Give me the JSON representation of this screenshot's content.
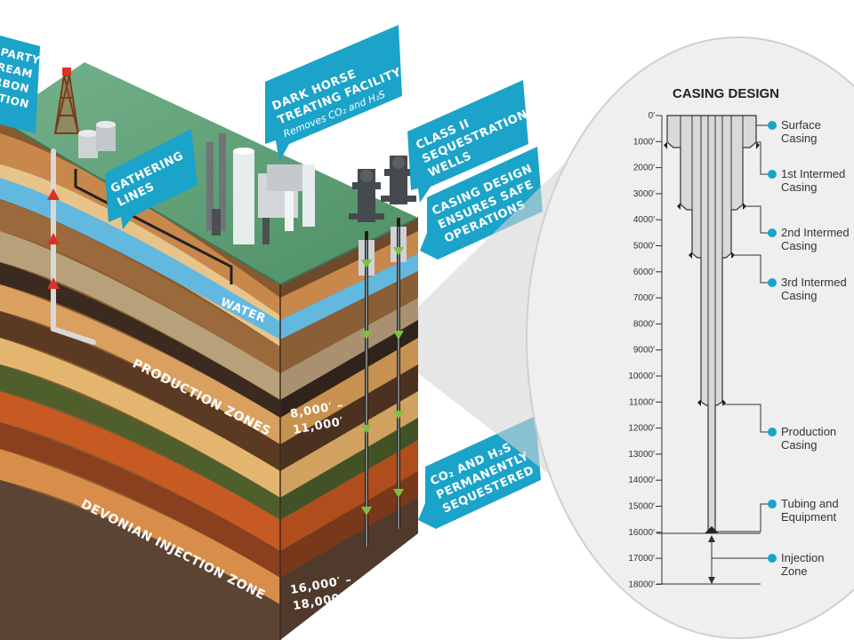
{
  "callouts": {
    "third_party": [
      "PARTY",
      "REAM",
      "RBON",
      "CTION"
    ],
    "facility_title": [
      "DARK HORSE",
      "TREATING FACILITY"
    ],
    "facility_sub": "Removes CO₂ and H₂S",
    "gathering": [
      "GATHERING",
      "LINES"
    ],
    "class2": [
      "CLASS II",
      "SEQUESTRATION",
      "WELLS"
    ],
    "casing_safe": [
      "CASING DESIGN",
      "ENSURES SAFE",
      "OPERATIONS"
    ],
    "sequestered": [
      "CO₂ AND H₂S",
      "PERMANENTLY",
      "SEQUESTERED"
    ]
  },
  "zones": {
    "water": "WATER",
    "production": "PRODUCTION ZONES",
    "production_depth": [
      "8,000′ –",
      "11,000′"
    ],
    "devonian": "DEVONIAN INJECTION ZONE",
    "devonian_depth": [
      "16,000′ –",
      "18,000′"
    ]
  },
  "casing": {
    "title": "CASING DESIGN",
    "depths": [
      "0′",
      "1000′",
      "2000′",
      "3000′",
      "4000′",
      "5000′",
      "6000′",
      "7000′",
      "8000′",
      "9000′",
      "10000′",
      "11000′",
      "12000′",
      "13000′",
      "14000′",
      "15000′",
      "16000′",
      "17000′",
      "18000′"
    ],
    "labels": [
      {
        "l1": "Surface",
        "l2": "Casing"
      },
      {
        "l1": "1st Intermed",
        "l2": "Casing"
      },
      {
        "l1": "2nd Intermed",
        "l2": "Casing"
      },
      {
        "l1": "3rd Intermed",
        "l2": "Casing"
      },
      {
        "l1": "Production",
        "l2": "Casing"
      },
      {
        "l1": "Tubing and",
        "l2": "Equipment"
      },
      {
        "l1": "Injection",
        "l2": "Zone"
      }
    ]
  },
  "colors": {
    "callout": "#1ba3c9",
    "grass": "#5b9b73",
    "water": "#63b8e0",
    "dot": "#1ba3c9",
    "arrow_red": "#d9322a",
    "arrow_green": "#7ac143"
  }
}
